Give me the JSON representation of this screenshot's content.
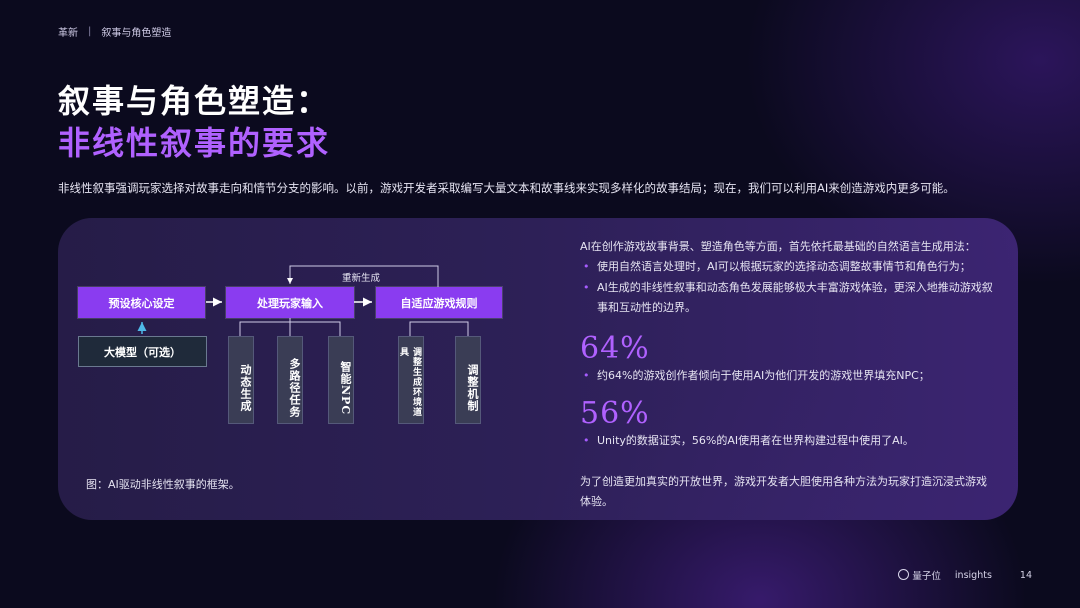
{
  "breadcrumb": {
    "section": "革新",
    "separator": "|",
    "page": "叙事与角色塑造"
  },
  "title": {
    "line1": "叙事与角色塑造：",
    "line2": "非线性叙事的要求"
  },
  "intro": "非线性叙事强调玩家选择对故事走向和情节分支的影响。以前，游戏开发者采取编写大量文本和故事线来实现多样化的故事结局；现在，我们可以利用AI来创造游戏内更多可能。",
  "diagram": {
    "regen_label": "重新生成",
    "box_core": "预设核心设定",
    "box_model": "大模型（可选）",
    "box_input": "处理玩家输入",
    "box_rules": "自适应游戏规则",
    "sub_dynamic": "动态生成",
    "sub_multi": "多路径任务",
    "sub_npc": "智能NPC",
    "sub_env": "调整生成环境道具",
    "sub_mech": "调整机制",
    "caption": "图：AI驱动非线性叙事的框架。"
  },
  "right": {
    "lead": "AI在创作游戏故事背景、塑造角色等方面，首先依托最基础的自然语言生成用法：",
    "b1_pre": "使用自然语言处理时，AI可以根据玩家的选择",
    "b1_hl": "动态调整",
    "b1_post": "故事情节和角色行为；",
    "b2_pre": "AI生成的非线性叙事和",
    "b2_hl": "动态角色发展",
    "b2_post1": "能够极大丰富游戏体验，更深入地推动游戏叙",
    "b2_post2": "事和互动性的边界。",
    "stat1": "64%",
    "s1_pre": "约",
    "s1_hl1": "64%",
    "s1_mid": "的游戏创作者倾向于使用AI为他们开发的游戏世界",
    "s1_hl2": "填充NPC",
    "s1_post": "；",
    "stat2": "56%",
    "s2_pre": "Unity的数据证实，",
    "s2_hl1": "56%",
    "s2_mid": "的AI使用者在",
    "s2_hl2": "世界构建",
    "s2_post": "过程中使用了AI。",
    "closing1": "为了创造更加真实的开放世界，游戏开发者大胆使用各种方法为玩家打造沉浸式游戏",
    "closing2": "体验。"
  },
  "footer": {
    "brand": "量子位",
    "product": "insights",
    "page_number": "14"
  },
  "colors": {
    "accent": "#b061ff",
    "box_purple": "#8a3cf0",
    "background": "#0b0a1e"
  }
}
